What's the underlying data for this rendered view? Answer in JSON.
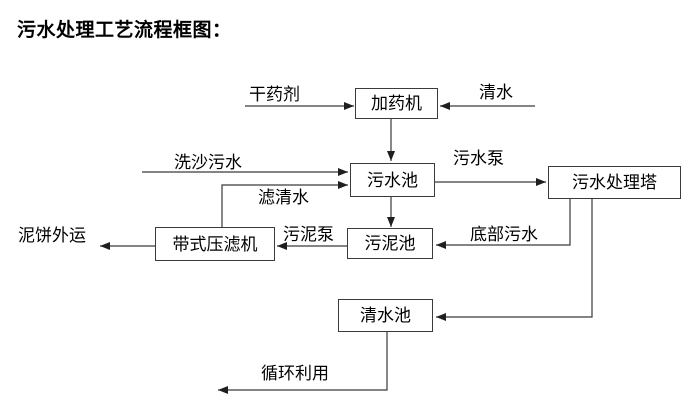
{
  "title": "污水处理工艺流程框图：",
  "nodes": {
    "dosing_machine": "加药机",
    "sewage_pool": "污水池",
    "sewage_treatment_tower": "污水处理塔",
    "sludge_pool": "污泥池",
    "belt_filter_press": "带式压滤机",
    "clear_water_pool": "清水池"
  },
  "edge_labels": {
    "dry_chemical": "干药剂",
    "clear_water": "清水",
    "sand_washing_sewage": "洗沙污水",
    "sewage_pump": "污水泵",
    "filtered_water": "滤清水",
    "sludge_pump": "污泥泵",
    "bottom_sewage": "底部污水",
    "mud_cake_outbound": "泥饼外运",
    "recycling": "循环利用"
  },
  "colors": {
    "line": "#3a3a3a",
    "arrowhead": "#1f1f1f",
    "text": "#000000",
    "background": "#ffffff"
  }
}
